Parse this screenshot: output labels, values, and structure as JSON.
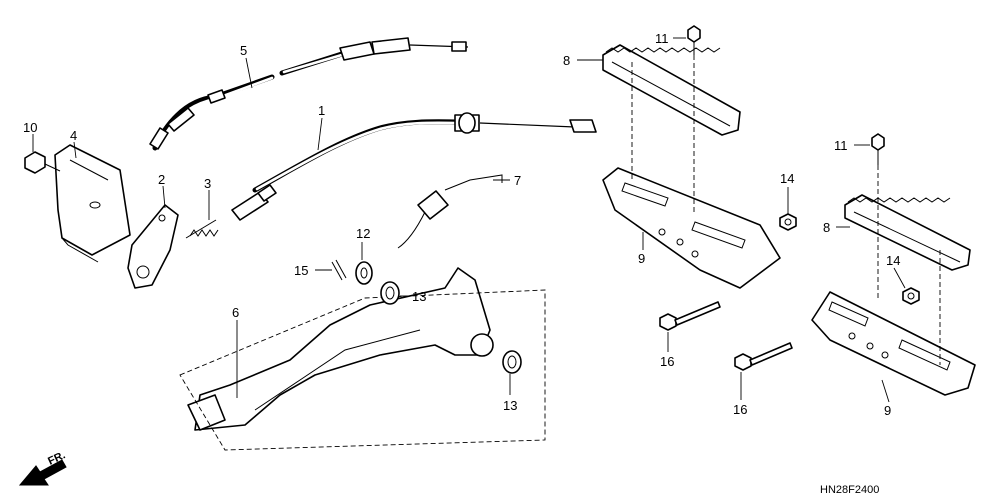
{
  "diagram": {
    "code": "HN28F2400",
    "direction_label": "FR.",
    "callouts": [
      {
        "id": "c1",
        "text": "1"
      },
      {
        "id": "c2",
        "text": "2"
      },
      {
        "id": "c3",
        "text": "3"
      },
      {
        "id": "c4",
        "text": "4"
      },
      {
        "id": "c5",
        "text": "5"
      },
      {
        "id": "c6",
        "text": "6"
      },
      {
        "id": "c7",
        "text": "7"
      },
      {
        "id": "c8a",
        "text": "8"
      },
      {
        "id": "c8b",
        "text": "8"
      },
      {
        "id": "c9a",
        "text": "9"
      },
      {
        "id": "c9b",
        "text": "9"
      },
      {
        "id": "c10",
        "text": "10"
      },
      {
        "id": "c11a",
        "text": "11"
      },
      {
        "id": "c11b",
        "text": "11"
      },
      {
        "id": "c12",
        "text": "12"
      },
      {
        "id": "c13a",
        "text": "13"
      },
      {
        "id": "c13b",
        "text": "13"
      },
      {
        "id": "c14a",
        "text": "14"
      },
      {
        "id": "c14b",
        "text": "14"
      },
      {
        "id": "c15",
        "text": "15"
      },
      {
        "id": "c16a",
        "text": "16"
      },
      {
        "id": "c16b",
        "text": "16"
      }
    ]
  }
}
